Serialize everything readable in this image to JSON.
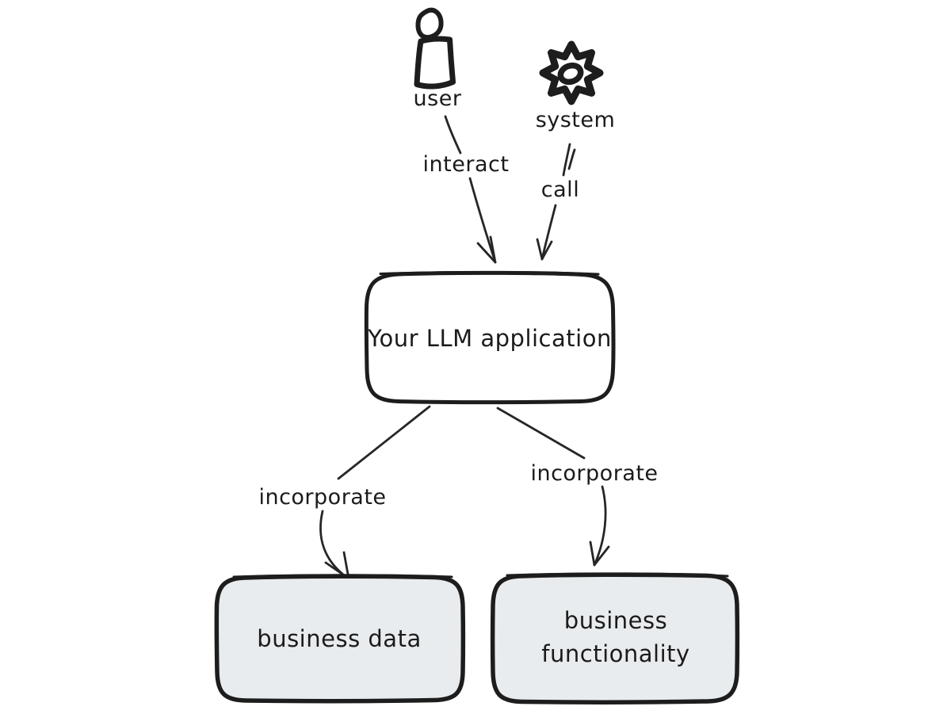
{
  "colors": {
    "background": "#ffffff",
    "ink": "#1d1d1d",
    "llm_app_fill": "#ffffff",
    "business_box_fill": "#e9ecee"
  },
  "icons": {
    "user": "person-icon",
    "system": "gear-icon"
  },
  "nodes": {
    "user": {
      "label": "user"
    },
    "system": {
      "label": "system"
    },
    "llm_app": {
      "label": "Your LLM application"
    },
    "business_data": {
      "label": "business data"
    },
    "business_functionality": {
      "line1": "business",
      "line2": "functionality"
    }
  },
  "edges": {
    "user_to_app": {
      "label": "interact"
    },
    "system_to_app": {
      "label": "call"
    },
    "app_to_business_data": {
      "label": "incorporate"
    },
    "app_to_business_functionality": {
      "label": "incorporate"
    }
  }
}
